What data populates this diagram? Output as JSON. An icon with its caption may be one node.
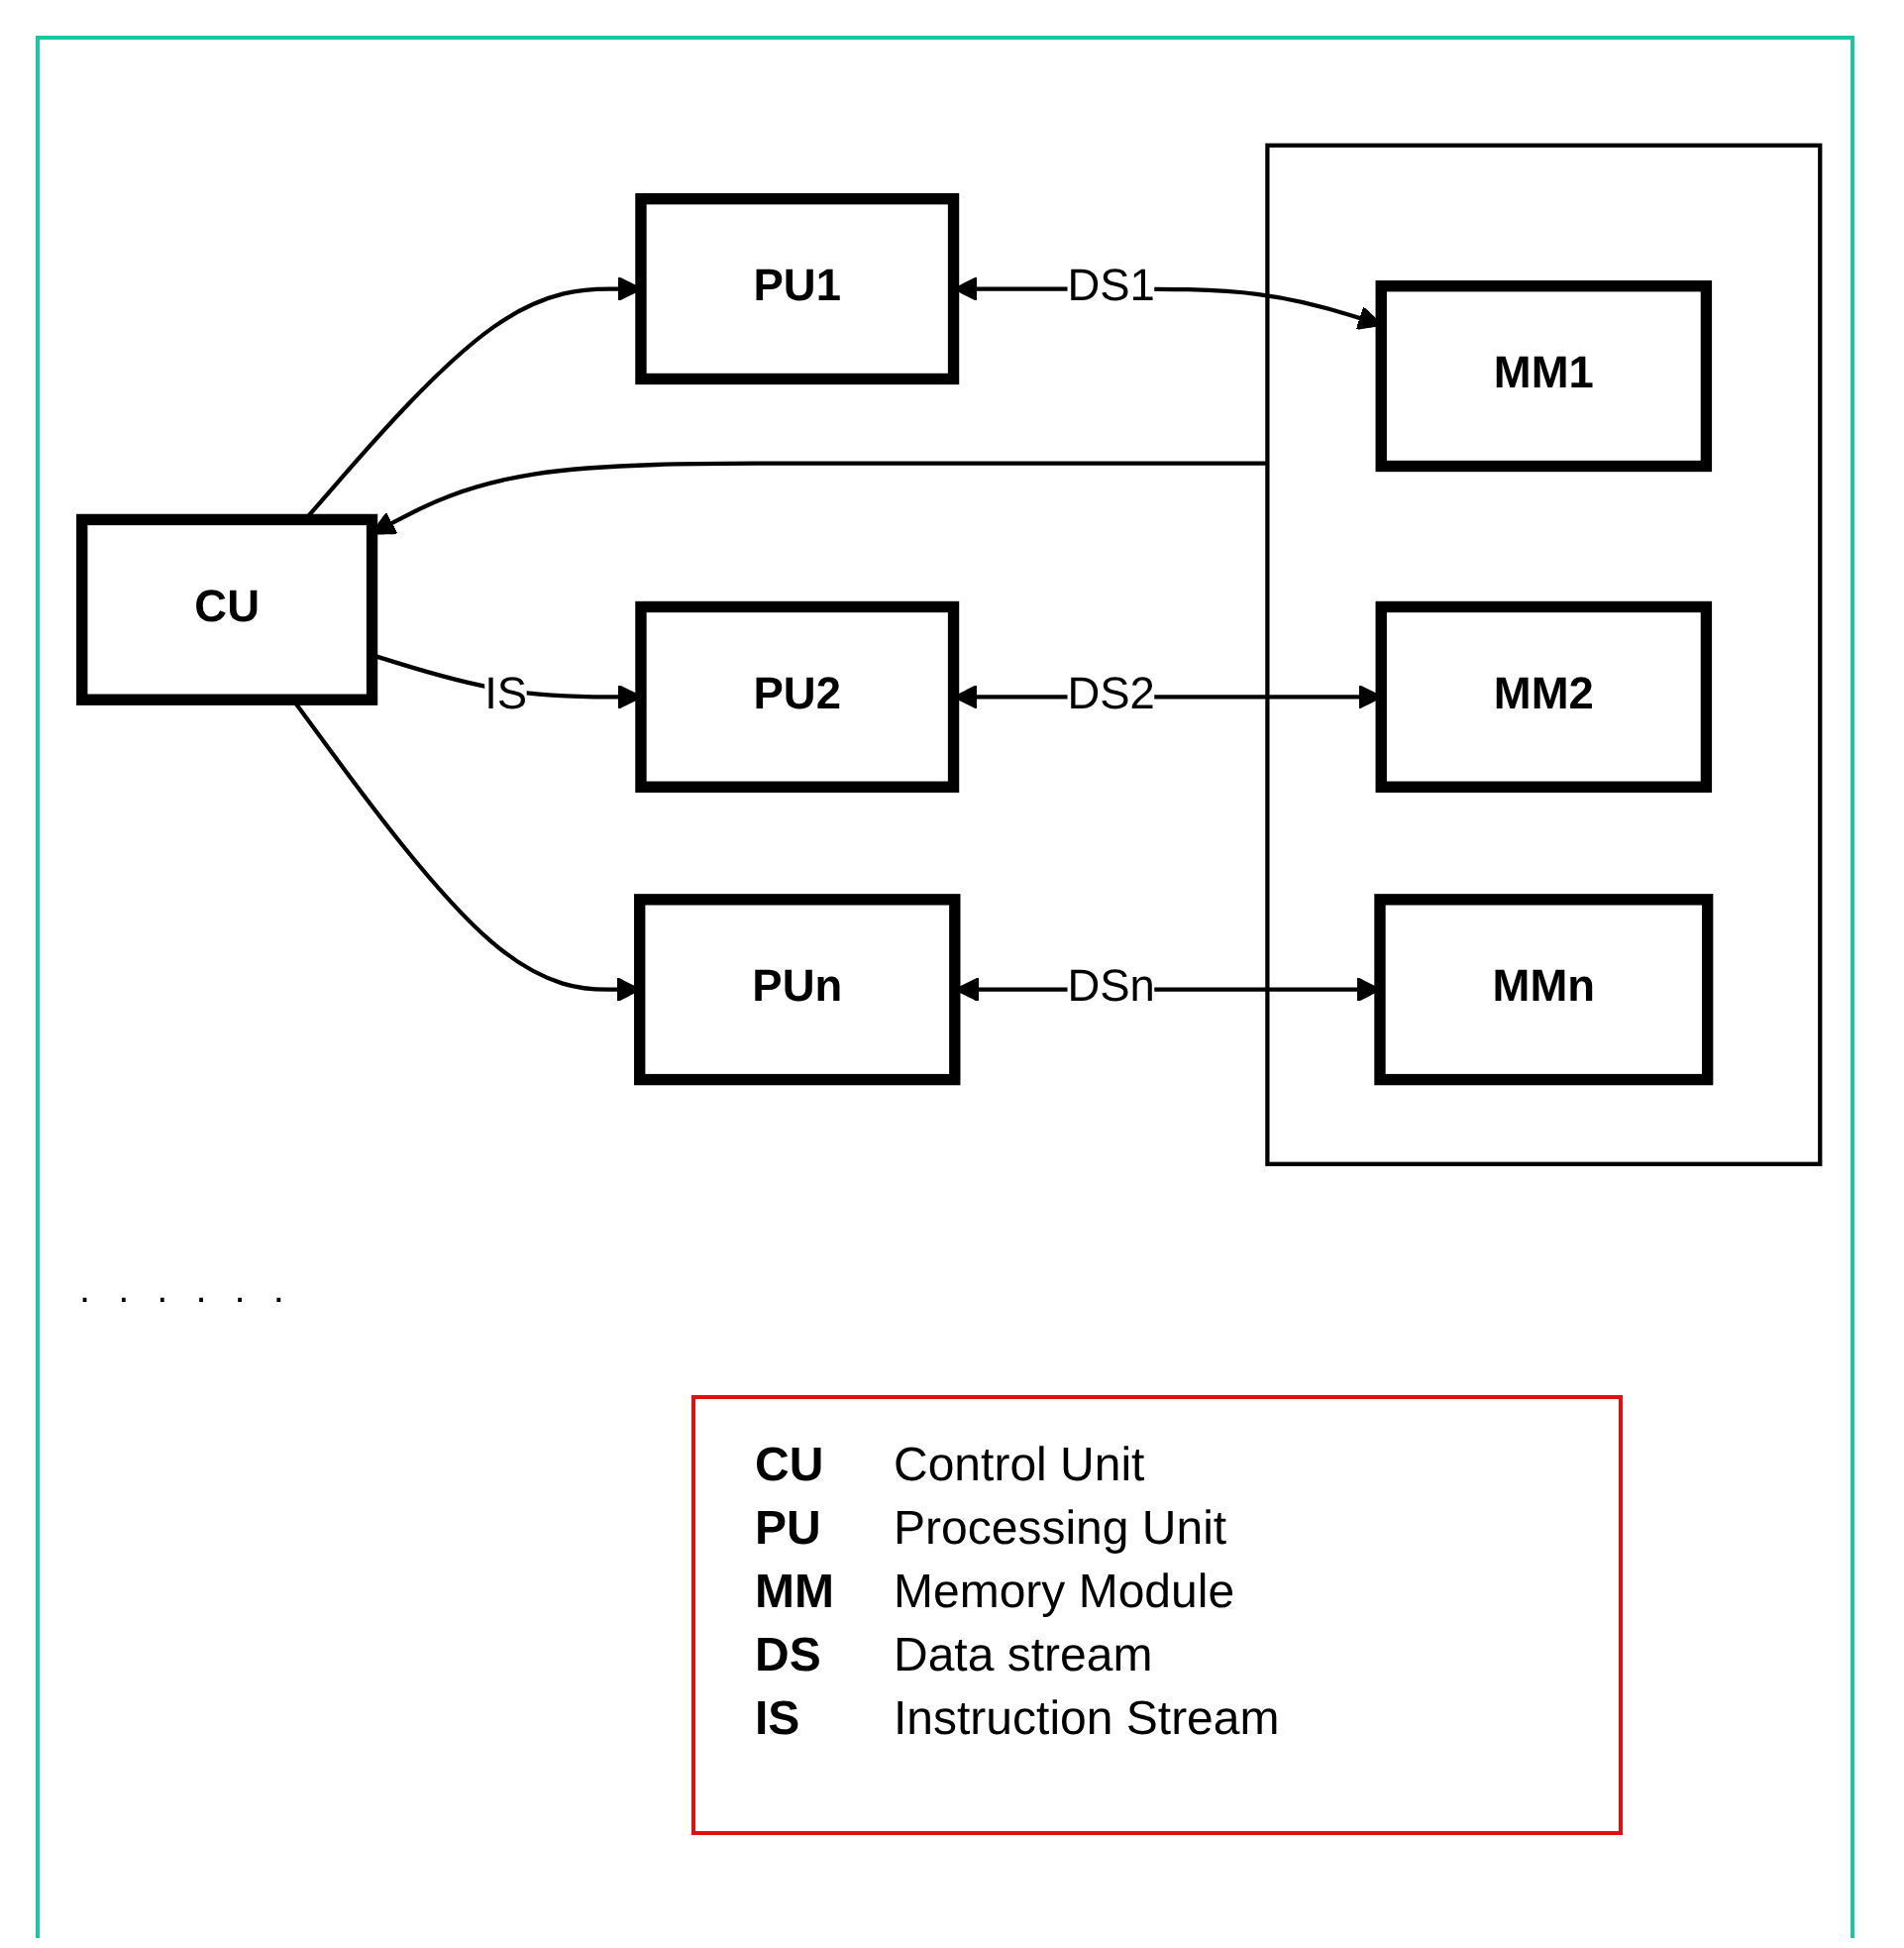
{
  "diagram": {
    "nodes": [
      {
        "text": [
          "CU"
        ]
      },
      {
        "text": [
          "PU1"
        ]
      },
      {
        "text": [
          "PU2"
        ]
      },
      {
        "text": [
          "PUn"
        ]
      },
      {
        "text": [],
        "shape": "box"
      },
      {
        "text": [
          "MM1"
        ],
        "in": 4
      },
      {
        "text": [
          "MM2"
        ],
        "in": 4
      },
      {
        "text": [
          "MMn"
        ],
        "in": 4
      }
    ],
    "edges": [
      {
        "from": 0,
        "to": 1,
        "arrow": "to"
      },
      {
        "from": 0,
        "to": 2,
        "arrow": "to",
        "label": "IS"
      },
      {
        "from": 0,
        "to": 3,
        "arrow": "to"
      },
      {
        "from": 1,
        "to": 5,
        "arrow": "both",
        "label": "DS1"
      },
      {
        "from": 2,
        "to": 6,
        "arrow": "both",
        "label": "DS2"
      },
      {
        "from": 3,
        "to": 7,
        "arrow": "both",
        "label": "DSn"
      },
      {
        "from": 4,
        "to": 0,
        "arrow": "to"
      }
    ],
    "labels": [
      ".",
      ".",
      ".",
      ".",
      ".",
      ".",
      "CU",
      "Control Unit",
      "PU",
      "Processing Unit",
      "MM",
      "Memory Module",
      "DS",
      "Data stream",
      "IS",
      "Instruction Stream"
    ]
  }
}
